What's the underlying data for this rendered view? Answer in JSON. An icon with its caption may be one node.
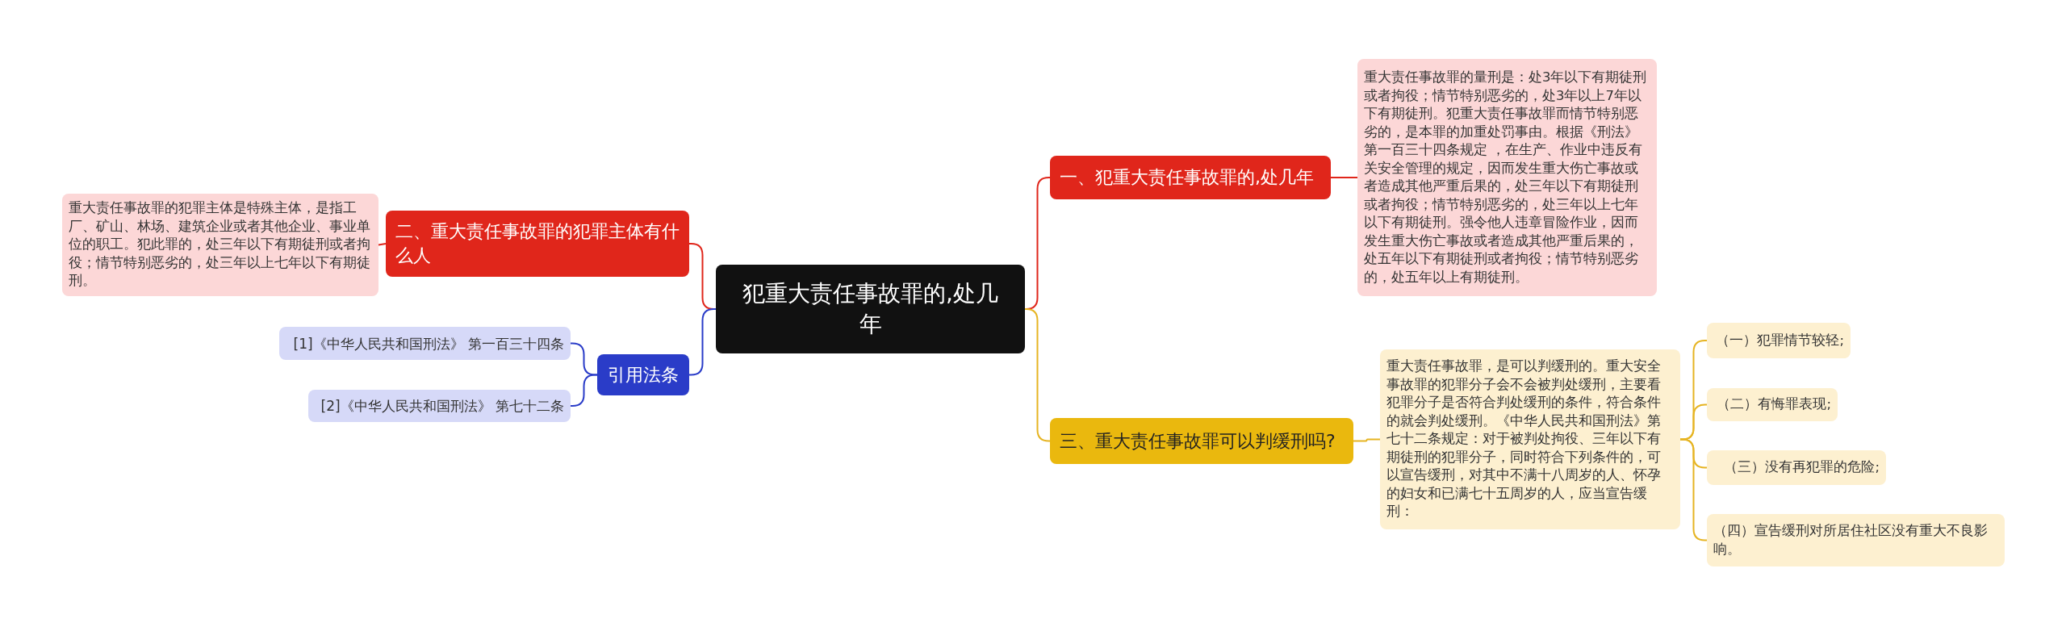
{
  "diagram": {
    "nodes": [
      {
        "text": [
          "犯重大责任事故罪的,处几年"
        ]
      },
      {
        "text": [
          "一、犯重大责任事故罪的,处几年"
        ]
      },
      {
        "text": [
          "重大责任事故罪的量刑是：处3年以下有期徒刑或者拘役；情节特别恶劣的，处3年以上7年以下有期徒刑。犯重大责任事故罪而情节特别恶劣的，是本罪的加重处罚事由。根据《刑法》第一百三十四条规定 ，在生产、作业中违反有关安全管理的规定，因而发生重大伤亡事故或者造成其他严重后果的，处三年以下有期徒刑或者拘役；情节特别恶劣的，处三年以上七年以下有期徒刑。强令他人违章冒险作业，因而发生重大伤亡事故或者造成其他严重后果的，处五年以下有期徒刑或者拘役；情节特别恶劣的，处五年以上有期徒刑。"
        ]
      },
      {
        "text": [
          "三、重大责任事故罪可以判缓刑吗?"
        ]
      },
      {
        "text": [
          "重大责任事故罪，是可以判缓刑的。重大安全事故罪的犯罪分子会不会被判处缓刑，主要看犯罪分子是否符合判处缓刑的条件，符合条件的就会判处缓刑。《中华人民共和国刑法》第七十二条规定：对于被判处拘役、三年以下有期徒刑的犯罪分子，同时符合下列条件的，可以宣告缓刑，对其中不满十八周岁的人、怀孕的妇女和已满七十五周岁的人，应当宣告缓刑："
        ]
      },
      {
        "text": [
          "（一）犯罪情节较轻;"
        ]
      },
      {
        "text": [
          "（二）有悔罪表现;"
        ]
      },
      {
        "text": [
          "（三）没有再犯罪的危险;"
        ]
      },
      {
        "text": [
          "（四）宣告缓刑对所居住社区没有重大不良影响。"
        ]
      },
      {
        "text": [
          "二、重大责任事故罪的犯罪主体有什么人"
        ]
      },
      {
        "text": [
          "重大责任事故罪的犯罪主体是特殊主体，是指工厂、矿山、林场、建筑企业或者其他企业、事业单位的职工。犯此罪的，处三年以下有期徒刑或者拘役；情节特别恶劣的，处三年以上七年以下有期徒刑。"
        ]
      },
      {
        "text": [
          "引用法条"
        ]
      },
      {
        "text": [
          "[1]《中华人民共和国刑法》 第一百三十四条"
        ]
      },
      {
        "text": [
          "[2]《中华人民共和国刑法》 第七十二条"
        ]
      }
    ],
    "edges": [
      {
        "from": 0,
        "to": 1,
        "arrow": "none",
        "color": "#e0261b"
      },
      {
        "from": 1,
        "to": 2,
        "arrow": "none",
        "color": "#e0261b"
      },
      {
        "from": 0,
        "to": 3,
        "arrow": "none"
      },
      {
        "from": 3,
        "to": 4,
        "arrow": "none"
      },
      {
        "from": 4,
        "to": 5,
        "arrow": "none"
      },
      {
        "from": 4,
        "to": 6,
        "arrow": "none"
      },
      {
        "from": 4,
        "to": 7,
        "arrow": "none"
      },
      {
        "from": 4,
        "to": 8,
        "arrow": "none"
      },
      {
        "from": 0,
        "to": 9,
        "arrow": "none",
        "color": "#e0261b"
      },
      {
        "from": 9,
        "to": 10,
        "arrow": "none",
        "color": "#e0261b"
      },
      {
        "from": 0,
        "to": 11,
        "arrow": "none",
        "color": "#2a3cc8"
      },
      {
        "from": 11,
        "to": 12,
        "arrow": "none",
        "color": "#2a3cc8"
      },
      {
        "from": 11,
        "to": 13,
        "arrow": "none",
        "color": "#2a3cc8"
      }
    ]
  }
}
